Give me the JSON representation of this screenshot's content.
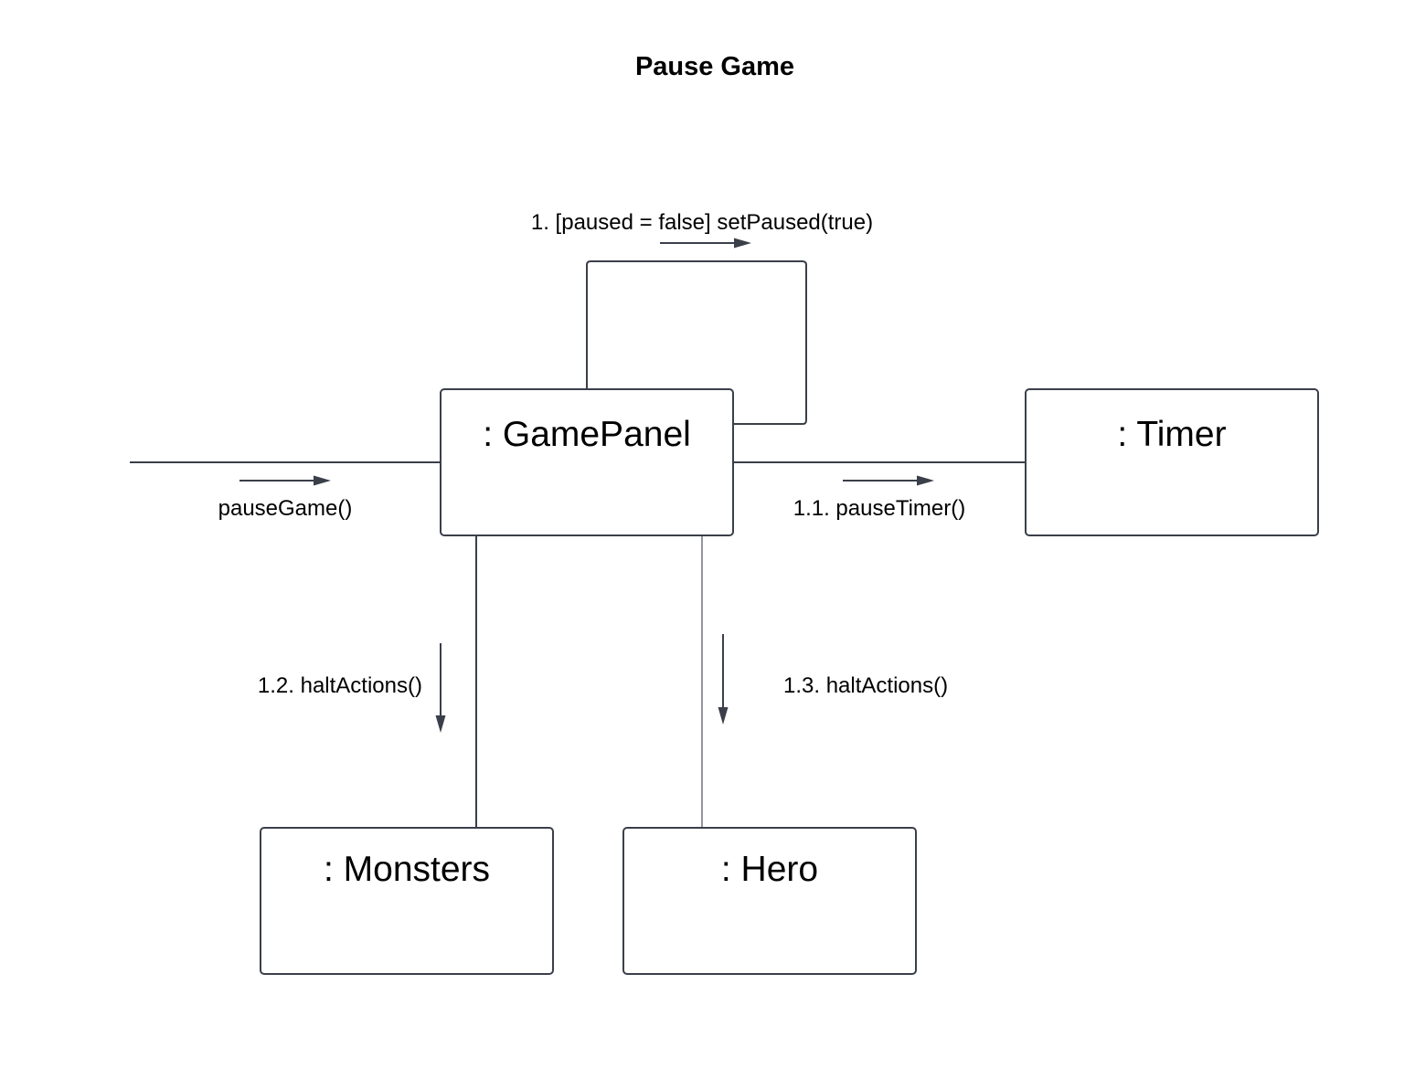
{
  "title": "Pause Game",
  "objects": {
    "gamepanel": ": GamePanel",
    "timer": ": Timer",
    "monsters": ": Monsters",
    "hero": ": Hero"
  },
  "messages": {
    "self": "1. [paused = false] setPaused(true)",
    "entry": "pauseGame()",
    "timer": "1.1. pauseTimer()",
    "monsters": "1.2. haltActions()",
    "hero": "1.3. haltActions()"
  },
  "colors": {
    "line": "#3a3f4a",
    "background": "#ffffff",
    "text": "#000000"
  }
}
